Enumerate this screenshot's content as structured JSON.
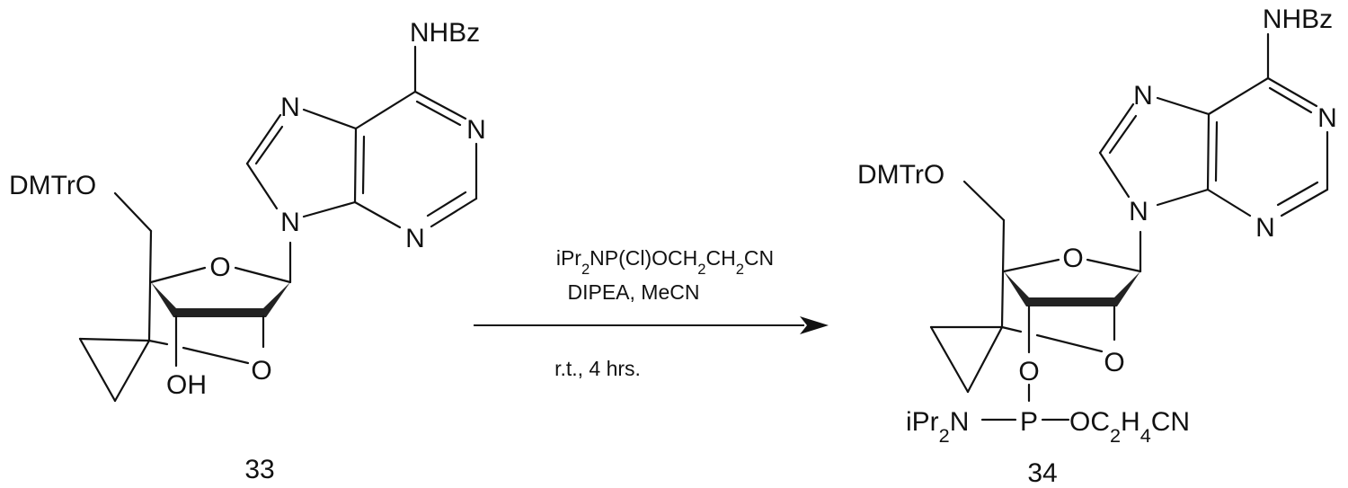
{
  "compound_33": {
    "number": "33",
    "labels": {
      "nhbz": "NHBz",
      "n1": "N",
      "n3": "N",
      "n7": "N",
      "n9": "N",
      "dmtro": "DMTrO",
      "o4": "O",
      "o2": "O",
      "oh": "OH"
    }
  },
  "compound_34": {
    "number": "34",
    "labels": {
      "nhbz": "NHBz",
      "n1": "N",
      "n3": "N",
      "n7": "N",
      "n9": "N",
      "dmtro": "DMTrO",
      "o4": "O",
      "o2": "O",
      "o3": "O",
      "p": "P",
      "amine": "iPr2N",
      "ester": "OC2H4CN"
    }
  },
  "reaction": {
    "reagent": "iPr2NP(Cl)OCH2CH2CN",
    "base_solvent": "DIPEA, MeCN",
    "conditions": "r.t., 4 hrs."
  }
}
